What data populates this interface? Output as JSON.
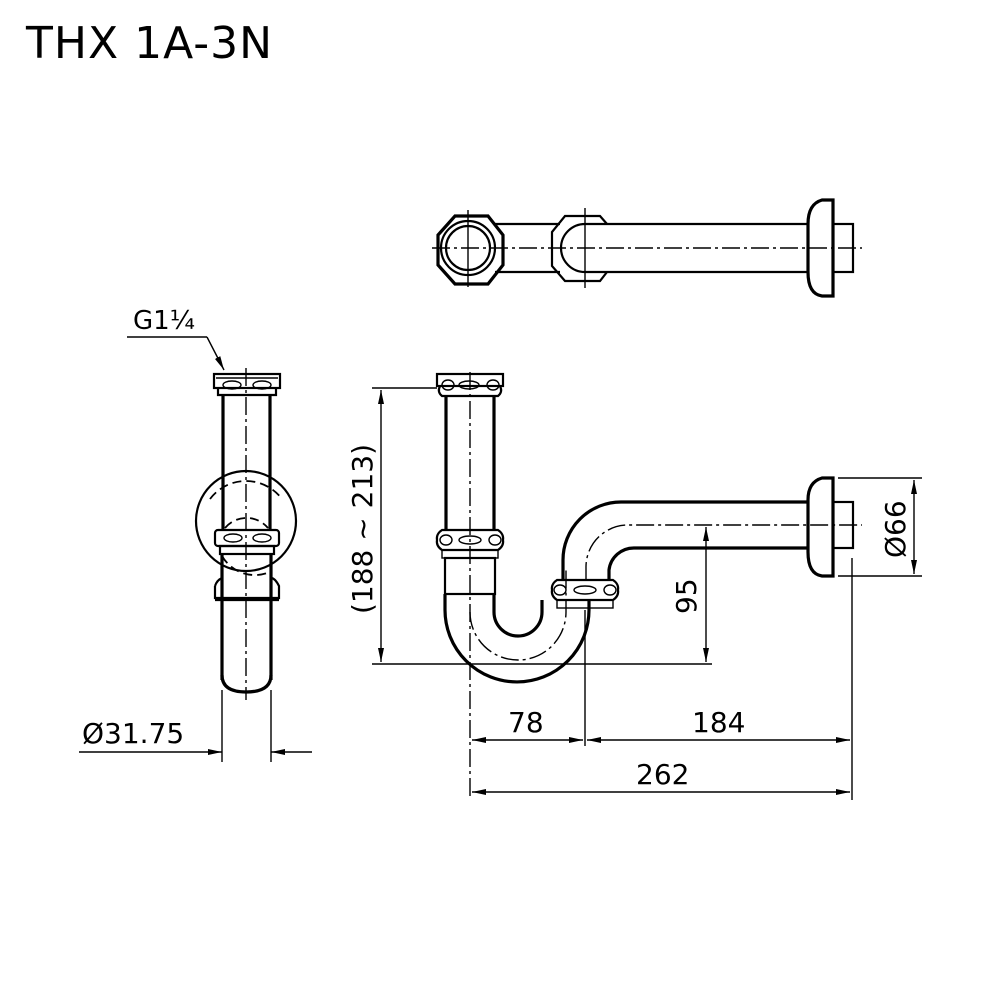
{
  "title": "THX 1A-3N",
  "drawing": {
    "views": [
      "top-view",
      "side-view",
      "front-view"
    ],
    "thread_label": "G1¼",
    "dimensions": {
      "pipe_diameter": "Ø31.75",
      "height_range": "(188 ~ 213)",
      "trap_depth": "95",
      "flange_diameter": "Ø66",
      "trap_width": "78",
      "wall_offset": "184",
      "total_length": "262"
    }
  }
}
